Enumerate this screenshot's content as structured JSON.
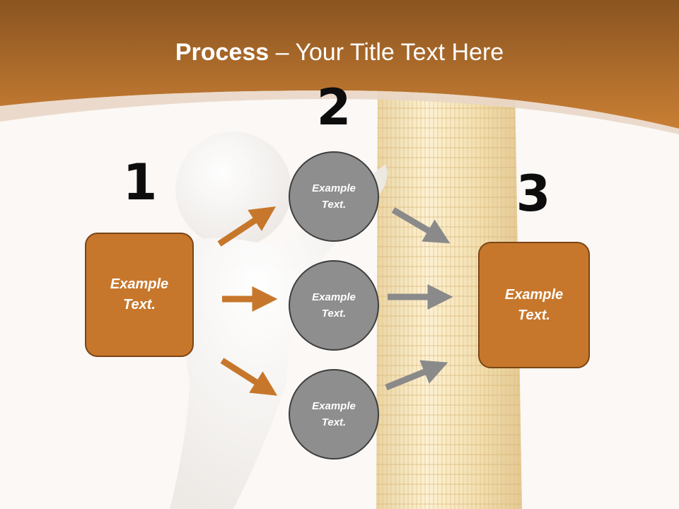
{
  "title": {
    "bold": "Process",
    "rest": " – Your Title Text Here"
  },
  "steps": [
    {
      "number": "1"
    },
    {
      "number": "2"
    },
    {
      "number": "3"
    }
  ],
  "left_box": {
    "label": "Example Text."
  },
  "circles": [
    {
      "label": "Example Text."
    },
    {
      "label": "Example Text."
    },
    {
      "label": "Example Text."
    }
  ],
  "right_box": {
    "label": "Example Text."
  },
  "colors": {
    "header_top": "#8a5420",
    "header_bottom": "#c97f34",
    "box_fill": "#c7772b",
    "box_border": "#7a4516",
    "circle_fill": "#8e8e8e",
    "circle_border": "#3e3e3e",
    "arrow_orange": "#c7772b",
    "arrow_gray": "#8a8a8a",
    "background": "#fbf8f5"
  }
}
